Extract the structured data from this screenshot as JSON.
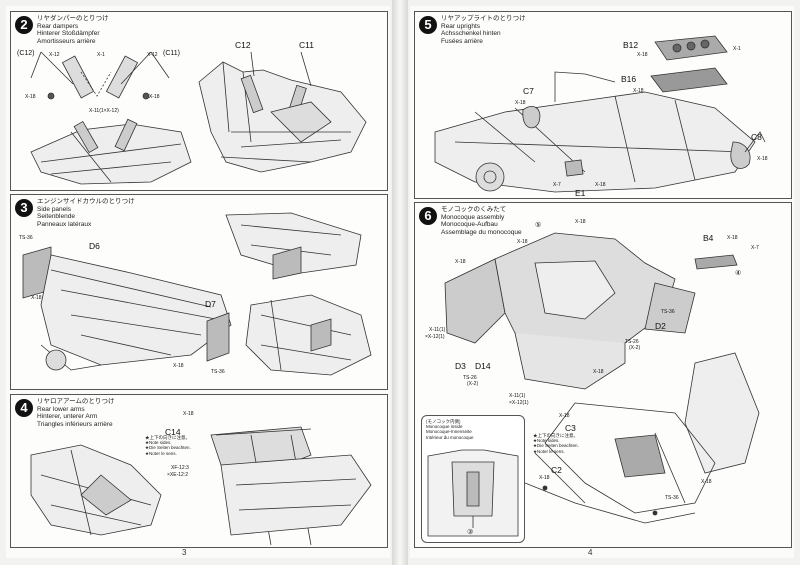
{
  "pages": {
    "left_number": "3",
    "right_number": "4"
  },
  "steps": {
    "s2": {
      "number": "2",
      "title_jp": "リヤダンパーのとりつけ",
      "title_en": "Rear dampers",
      "title_de": "Hinterer Stoßdämpfer",
      "title_fr": "Amortisseurs arrière",
      "labels": [
        "(C12)",
        "(C11)",
        "C12",
        "C11",
        "X-12",
        "X-1",
        "X-12",
        "X-18",
        "X-18",
        "X-11(1×X-12)"
      ]
    },
    "s3": {
      "number": "3",
      "title_jp": "エンジンサイドカウルのとりつけ",
      "title_en": "Side panels",
      "title_de": "Seitenblende",
      "title_fr": "Panneaux latéraux",
      "labels": [
        "TS-36",
        "D6",
        "X-18",
        "D7",
        "X-18",
        "TS-36"
      ]
    },
    "s4": {
      "number": "4",
      "title_jp": "リヤロアアームのとりつけ",
      "title_en": "Rear lower arms",
      "title_de": "Hinterer, unterer Arm",
      "title_fr": "Triangles inférieurs arrière",
      "labels": [
        "X-18",
        "C14",
        "XF-12:3",
        "×XE-12:2"
      ],
      "note": [
        "★上下の向きに注意。",
        "★Note sides.",
        "★Die Seiten beachten.",
        "★Noter le sens."
      ]
    },
    "s5": {
      "number": "5",
      "title_jp": "リヤアップライトのとりつけ",
      "title_en": "Rear uprights",
      "title_de": "Achsschenkel hinten",
      "title_fr": "Fusées arrière",
      "labels": [
        "B12",
        "X-1",
        "X-18",
        "B16",
        "X-18",
        "C7",
        "X-18",
        "C8",
        "X-18",
        "X-7",
        "E1",
        "X-18"
      ]
    },
    "s6": {
      "number": "6",
      "title_jp": "モノコックのくみたて",
      "title_en": "Monocoque assembly",
      "title_de": "Monocoque-Aufbau",
      "title_fr": "Assemblage du monocoque",
      "labels": [
        "⑤",
        "X-18",
        "X-18",
        "B4",
        "X-18",
        "X-7",
        "④",
        "X-18",
        "TS-36",
        "X-11(1)",
        "×X-12(1)",
        "D2",
        "TS-26",
        "(X-2)",
        "D3",
        "D14",
        "TS-26",
        "(X-2)",
        "X-11(1)",
        "×X-12(1)",
        "X-18",
        "C3",
        "X-18",
        "C2",
        "X-18",
        "X-18",
        "TS-36"
      ],
      "note": [
        "★上下の向きに注意。",
        "★Note sides.",
        "★Die Seiten beachten.",
        "★Noter le sens."
      ],
      "inset_title": [
        "(モノコック内側)",
        "Monocoque inside",
        "Monocoque-Innenseite",
        "Intérieur du monocoque"
      ],
      "inset_label": "③"
    }
  }
}
